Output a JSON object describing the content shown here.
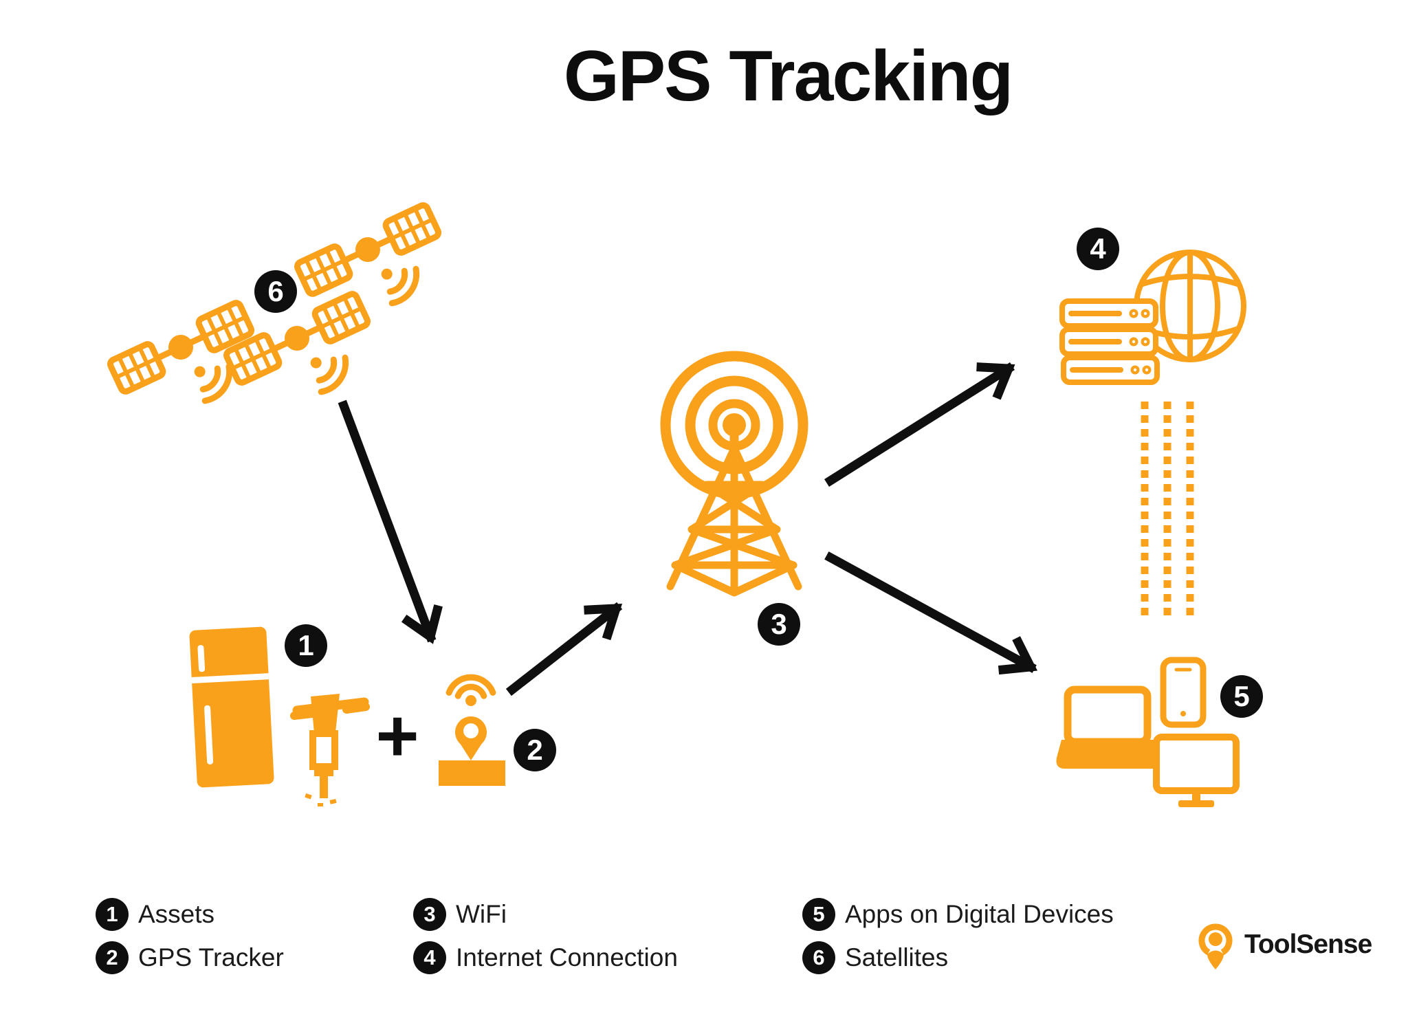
{
  "title": "GPS Tracking",
  "colors": {
    "orange": "#F9A11B",
    "ink": "#0F0F0F"
  },
  "diagram": {
    "plus_sign": "+",
    "icons": [
      "satellites",
      "assets-fridge-jackhammer",
      "gps-tracker",
      "wifi-tower",
      "internet-server-globe",
      "apps-digital-devices"
    ]
  },
  "legend": {
    "items": [
      {
        "num": "1",
        "label": "Assets"
      },
      {
        "num": "2",
        "label": "GPS Tracker"
      },
      {
        "num": "3",
        "label": "WiFi"
      },
      {
        "num": "4",
        "label": "Internet Connection"
      },
      {
        "num": "5",
        "label": "Apps on Digital Devices"
      },
      {
        "num": "6",
        "label": "Satellites"
      }
    ]
  },
  "logo": {
    "text": "ToolSense"
  }
}
